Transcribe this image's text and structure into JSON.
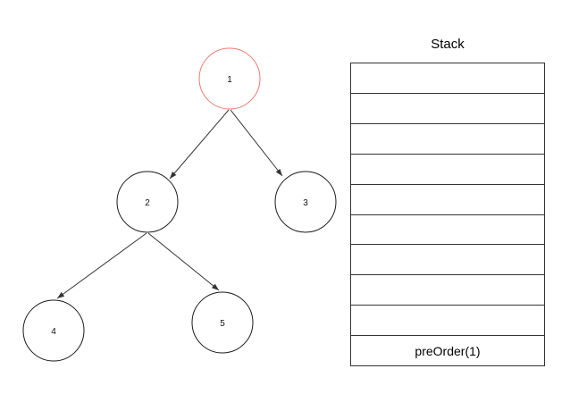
{
  "tree": {
    "nodes": [
      {
        "label": "1",
        "state": "active"
      },
      {
        "label": "2",
        "state": "default"
      },
      {
        "label": "3",
        "state": "default"
      },
      {
        "label": "4",
        "state": "default"
      },
      {
        "label": "5",
        "state": "default"
      }
    ],
    "edges": [
      "1->2",
      "1->3",
      "2->4",
      "2->5"
    ]
  },
  "stack": {
    "title": "Stack",
    "cells": [
      "",
      "",
      "",
      "",
      "",
      "",
      "",
      "",
      "",
      "preOrder(1)"
    ]
  },
  "colors": {
    "active-node": "#ea7a70",
    "node": "#1a1a1a",
    "edge": "#333333",
    "border": "#333333"
  }
}
